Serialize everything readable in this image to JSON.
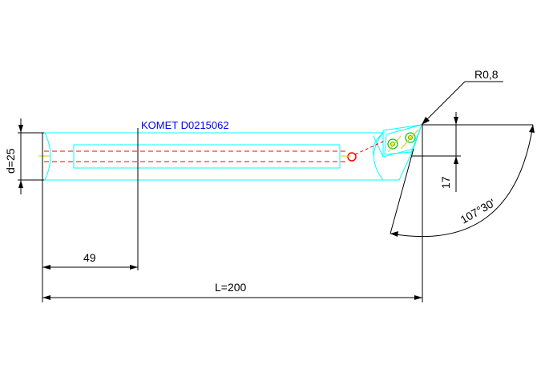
{
  "title": "KOMET D0215062",
  "dimensions": {
    "diameter": "d=25",
    "offset": "49",
    "length": "L=200",
    "radius": "R0,8",
    "height": "17",
    "angle": "107°30'"
  },
  "colors": {
    "tool_outline": "#00ffff",
    "centerline": "#ff0000",
    "insert_fill": "#ffff00",
    "insert_center": "#00c000",
    "dimension": "#000000",
    "title": "#0000ff"
  }
}
